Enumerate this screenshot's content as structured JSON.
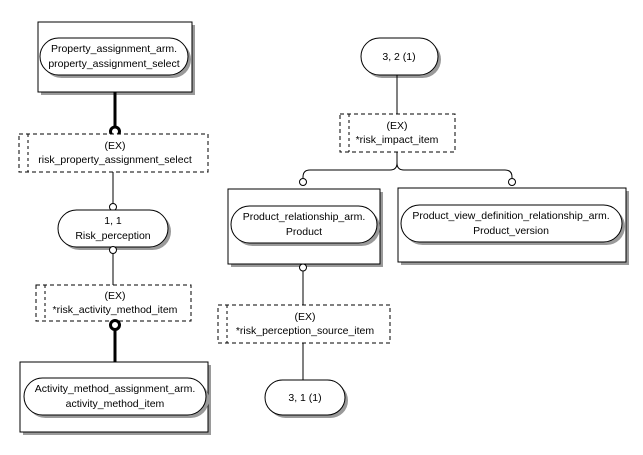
{
  "diagram": {
    "title": "EXPRESS-G entity relationship diagram",
    "background_color": "#ffffff",
    "line_color": "#000000",
    "shadow_color": "#9a9a9a",
    "nodes": {
      "property_assignment_schema_box": {
        "line1": "Property_assignment_arm.",
        "line2": "property_assignment_select"
      },
      "risk_property_assignment_select": {
        "line1": "(EX)",
        "line2": "risk_property_assignment_select"
      },
      "risk_perception": {
        "line1": "1, 1",
        "line2": "Risk_perception"
      },
      "risk_activity_method_item": {
        "line1": "(EX)",
        "line2": "*risk_activity_method_item"
      },
      "activity_method_assignment_box": {
        "line1": "Activity_method_assignment_arm.",
        "line2": "activity_method_item"
      },
      "page_ref_3_2_1": {
        "line1": "3, 2 (1)"
      },
      "risk_impact_item": {
        "line1": "(EX)",
        "line2": "*risk_impact_item"
      },
      "product_relationship_box": {
        "line1": "Product_relationship_arm.",
        "line2": "Product"
      },
      "product_view_definition_relationship_box": {
        "line1": "Product_view_definition_relationship_arm.",
        "line2": "Product_version"
      },
      "risk_perception_source_item": {
        "line1": "(EX)",
        "line2": "*risk_perception_source_item"
      },
      "page_ref_3_1_1": {
        "line1": "3, 1 (1)"
      }
    }
  }
}
